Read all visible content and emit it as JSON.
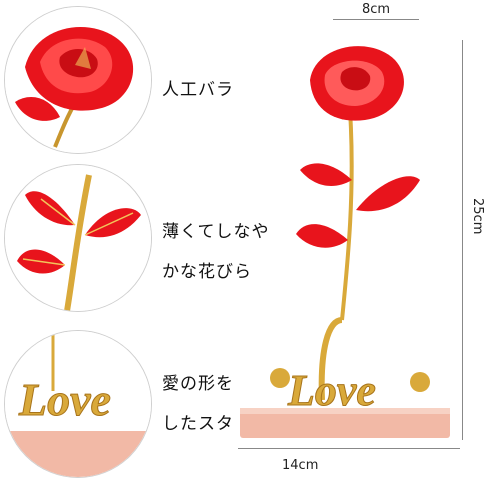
{
  "captions": {
    "closeup_rose": "人工バラ",
    "closeup_petals_line1": "薄くてしなや",
    "closeup_petals_line2": "かな花びら",
    "closeup_base_line1": "愛の形を",
    "closeup_base_line2": "したスタ"
  },
  "dimensions": {
    "top_width": "8cm",
    "height": "25cm",
    "bottom_width": "14cm"
  },
  "base_text": "Love",
  "colors": {
    "petal": "#e8141c",
    "petal_light": "#ff5a5a",
    "gold": "#d9a93a",
    "gold_dark": "#a8741b",
    "base_glass": "#f2b9a6"
  }
}
